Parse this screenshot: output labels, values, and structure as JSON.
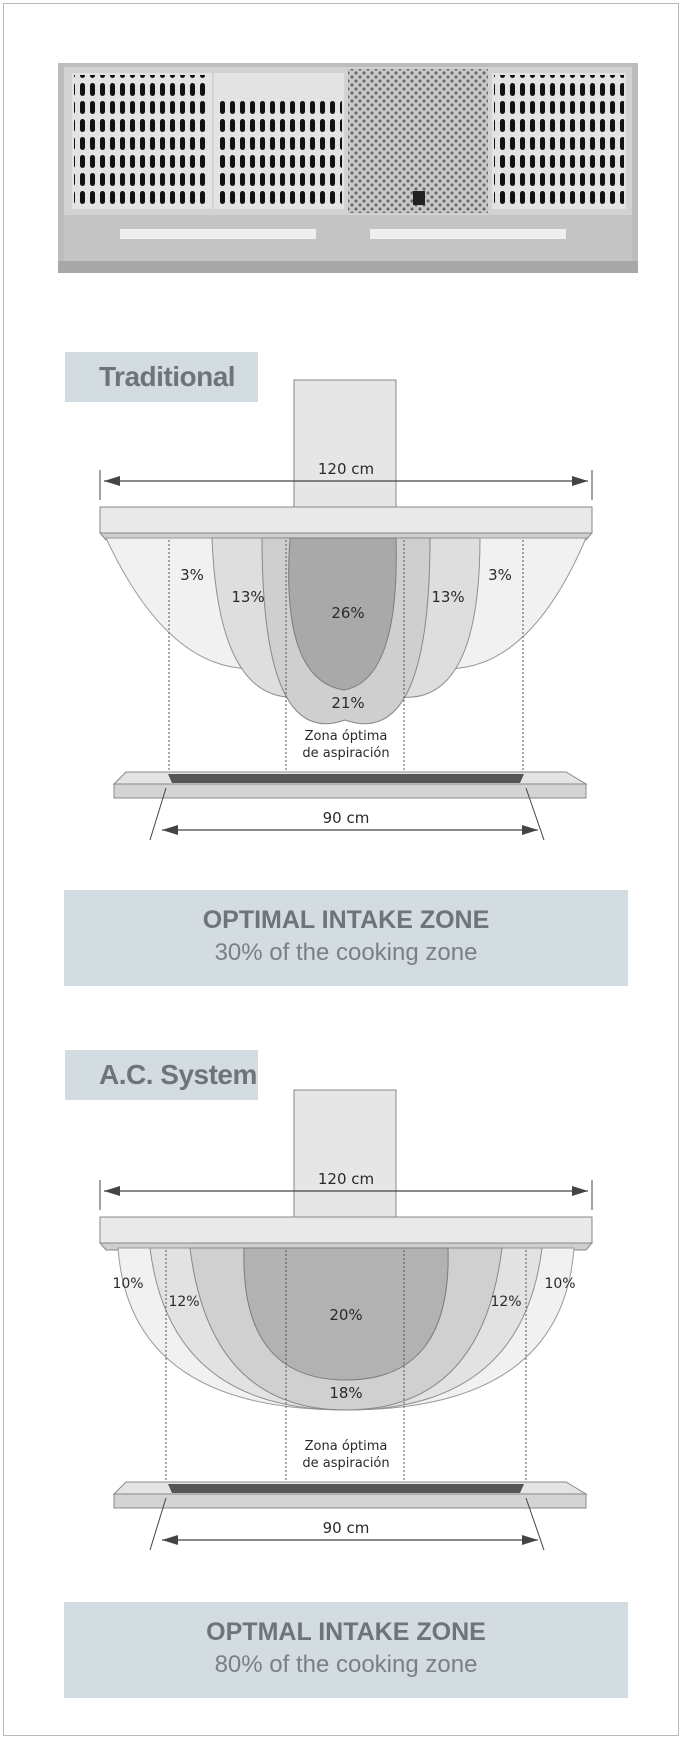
{
  "sections": [
    {
      "title": "Traditional",
      "hood_width_label": "120 cm",
      "cooktop_width_label": "90 cm",
      "zone_label_1": "Zona óptima",
      "zone_label_2": "de aspiración",
      "pct_outer_left": "3%",
      "pct_mid_left": "13%",
      "pct_center": "26%",
      "pct_bottom": "21%",
      "pct_mid_right": "13%",
      "pct_outer_right": "3%",
      "banner_title": "OPTIMAL INTAKE ZONE",
      "banner_subtitle": "30% of the cooking zone"
    },
    {
      "title": "A.C. System",
      "hood_width_label": "120 cm",
      "cooktop_width_label": "90 cm",
      "zone_label_1": "Zona óptima",
      "zone_label_2": "de aspiración",
      "pct_outer_left": "10%",
      "pct_mid_left": "12%",
      "pct_center": "20%",
      "pct_bottom": "18%",
      "pct_mid_right": "12%",
      "pct_outer_right": "10%",
      "banner_title": "OPTMAL INTAKE ZONE",
      "banner_subtitle": "80% of the cooking zone"
    }
  ]
}
